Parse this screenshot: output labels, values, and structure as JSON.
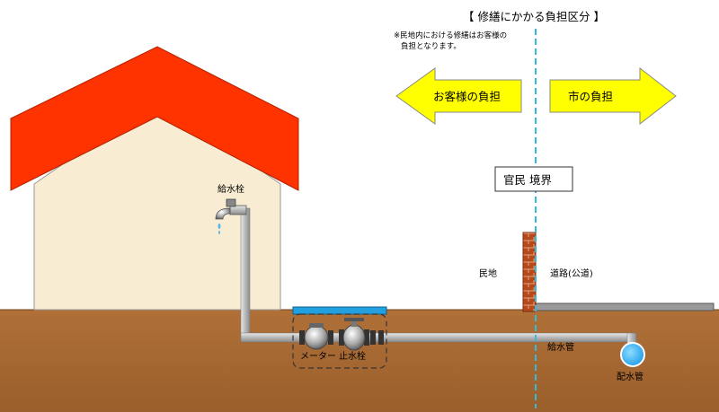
{
  "title": "【 修繕にかかる負担区分 】",
  "note": {
    "line1": "※民地内における修繕はお客様の",
    "line2": "負担となります。"
  },
  "arrows": {
    "customer": "お客様の負担",
    "city": "市の負担"
  },
  "boundary_label": "官民 境界",
  "labels": {
    "private_land": "民地",
    "public_road": "道路(公道)",
    "faucet": "給水栓",
    "meter": "メーター",
    "stop_valve": "止水栓",
    "service_pipe": "給水管",
    "main_pipe": "配水管"
  },
  "colors": {
    "roof": "#ff3300",
    "wall": "#f8ecd2",
    "ground": "#a86a34",
    "arrow_fill": "#ffff00",
    "boundary_line": "#33bbdd",
    "main_pipe": "#22a8ee",
    "meter_box_lid": "#22a0e0",
    "brick_wall": "#b5491c"
  },
  "icons": [
    "faucet-icon",
    "meter-icon",
    "stop-valve-icon",
    "main-pipe-icon"
  ]
}
